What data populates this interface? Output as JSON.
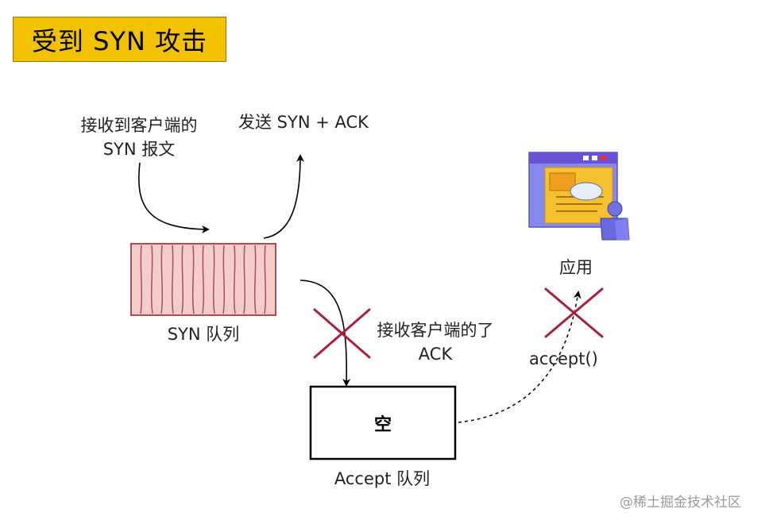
{
  "title": "受到 SYN 攻击",
  "labels": {
    "receive_syn_line1": "接收到客户端的",
    "receive_syn_line2": "SYN 报文",
    "send_syn_ack": "发送 SYN + ACK",
    "syn_queue": "SYN 队列",
    "receive_ack_line1": "接收客户端的了",
    "receive_ack_line2": "ACK",
    "accept_queue": "Accept 队列",
    "accept_queue_content": "空",
    "application": "应用",
    "accept_call": "accept()"
  },
  "icons": {
    "application": "application-window-user-icon",
    "blocked": "cross-x-icon"
  },
  "colors": {
    "title_bg": "#f2c200",
    "syn_queue_fill": "#f4cccc",
    "syn_queue_stroke": "#a85050",
    "cross": "#a8203a"
  },
  "watermark": "@稀土掘金技术社区"
}
